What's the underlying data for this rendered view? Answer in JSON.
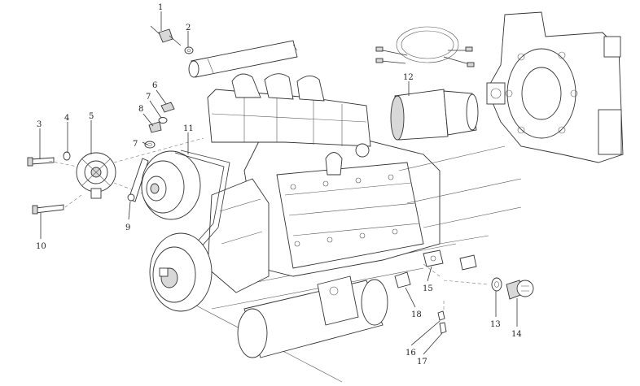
{
  "callouts": [
    {
      "id": "c1",
      "label": "1"
    },
    {
      "id": "c2",
      "label": "2"
    },
    {
      "id": "c3",
      "label": "3"
    },
    {
      "id": "c4",
      "label": "4"
    },
    {
      "id": "c5",
      "label": "5"
    },
    {
      "id": "c6",
      "label": "6"
    },
    {
      "id": "c7a",
      "label": "7"
    },
    {
      "id": "c7b",
      "label": "7"
    },
    {
      "id": "c8",
      "label": "8"
    },
    {
      "id": "c9",
      "label": "9"
    },
    {
      "id": "c10",
      "label": "10"
    },
    {
      "id": "c11",
      "label": "11"
    },
    {
      "id": "c12",
      "label": "12"
    },
    {
      "id": "c13",
      "label": "13"
    },
    {
      "id": "c14",
      "label": "14"
    },
    {
      "id": "c15",
      "label": "15"
    },
    {
      "id": "c16",
      "label": "16"
    },
    {
      "id": "c17",
      "label": "17"
    },
    {
      "id": "c18",
      "label": "18"
    }
  ]
}
